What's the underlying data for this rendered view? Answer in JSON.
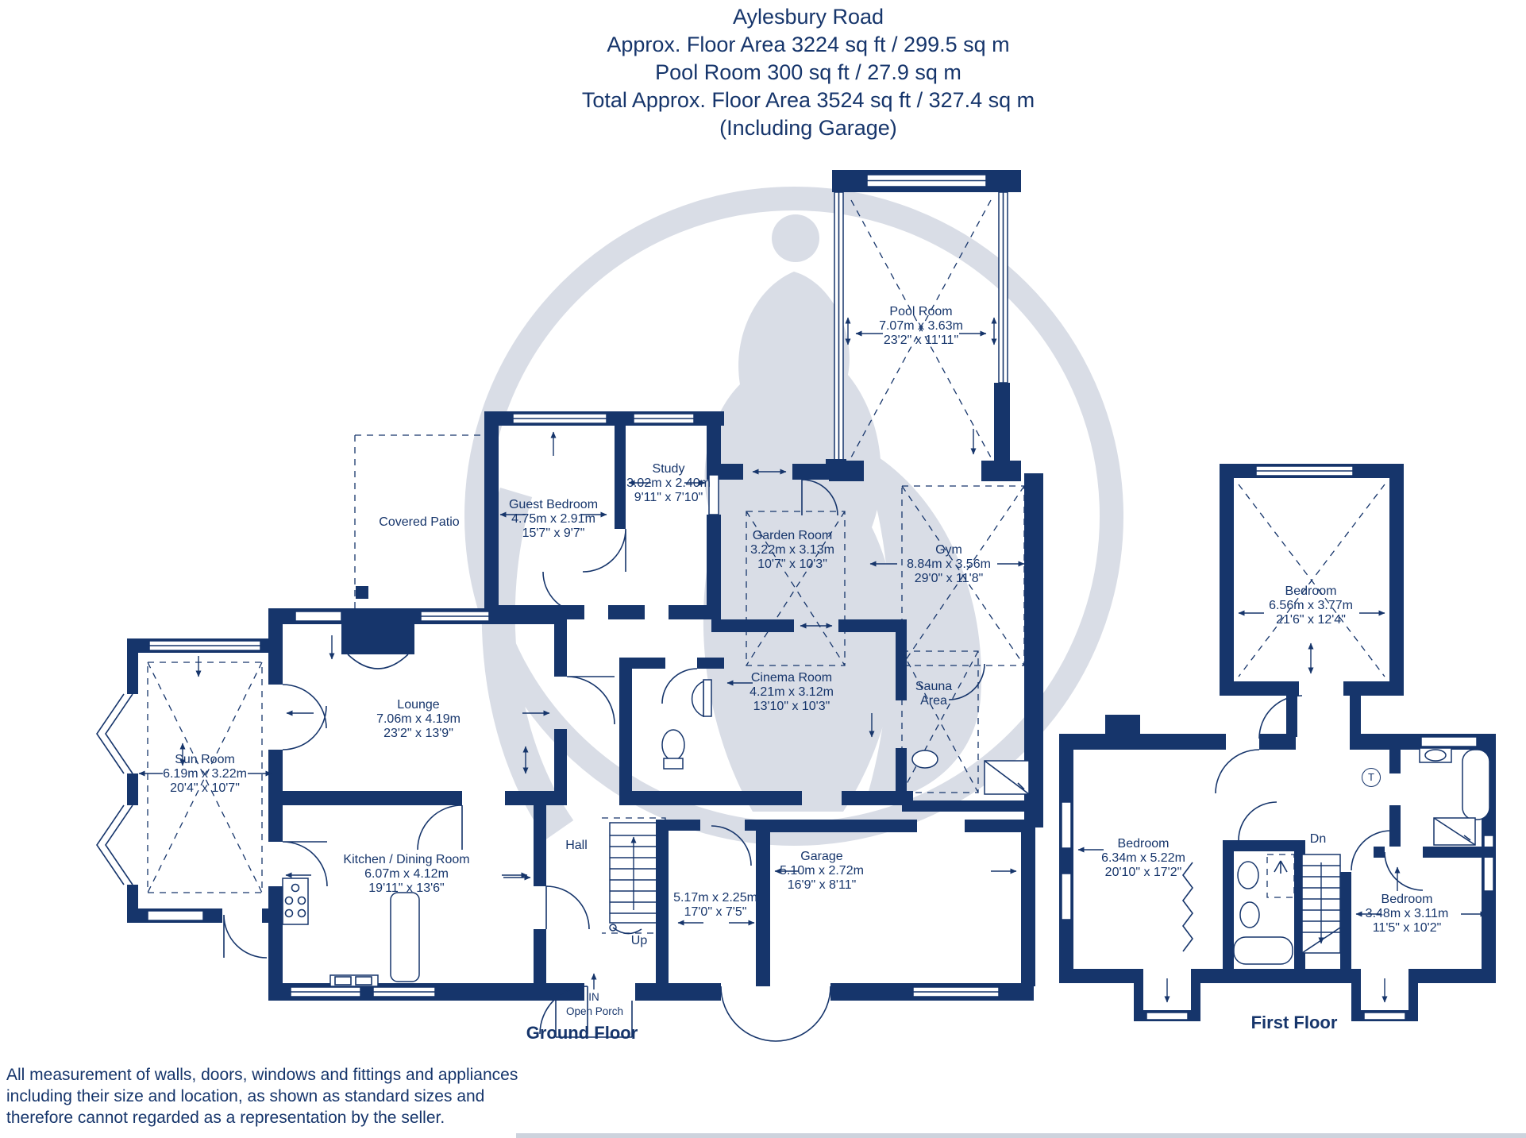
{
  "colors": {
    "navy": "#16356b",
    "watermark": "#d9dde6",
    "background": "#ffffff"
  },
  "header": {
    "line1": "Aylesbury Road",
    "line2": "Approx. Floor Area 3224 sq ft / 299.5 sq m",
    "line3": "Pool Room 300 sq ft / 27.9 sq m",
    "line4": "Total Approx. Floor Area 3524 sq ft / 327.4 sq m",
    "line5": "(Including Garage)"
  },
  "ground_floor": {
    "section_label": "Ground Floor",
    "rooms": [
      {
        "name": "Pool Room",
        "metric": "7.07m x 3.63m",
        "imperial": "23'2\" x 11'11\""
      },
      {
        "name": "Study",
        "metric": "3.02m x 2.40m",
        "imperial": "9'11\" x 7'10\""
      },
      {
        "name": "Guest Bedroom",
        "metric": "4.75m x 2.91m",
        "imperial": "15'7\" x 9'7\""
      },
      {
        "name": "Garden Room",
        "metric": "3.22m x 3.13m",
        "imperial": "10'7\" x 10'3\""
      },
      {
        "name": "Gym",
        "metric": "8.84m x 3.56m",
        "imperial": "29'0\" x 11'8\""
      },
      {
        "name": "Lounge",
        "metric": "7.06m x 4.19m",
        "imperial": "23'2\" x 13'9\""
      },
      {
        "name": "Sun Room",
        "metric": "6.19m x 3.22m",
        "imperial": "20'4\" x 10'7\""
      },
      {
        "name": "Cinema Room",
        "metric": "4.21m x 3.12m",
        "imperial": "13'10\" x 10'3\""
      },
      {
        "name": "Kitchen / Dining Room",
        "metric": "6.07m x 4.12m",
        "imperial": "19'11\" x 13'6\""
      },
      {
        "name": "",
        "metric": "5.17m x 2.25m",
        "imperial": "17'0\" x 7'5\""
      },
      {
        "name": "Garage",
        "metric": "5.10m x 2.72m",
        "imperial": "16'9\" x 8'11\""
      }
    ],
    "labels": {
      "covered_patio": "Covered Patio",
      "sauna_line1": "Sauna",
      "sauna_line2": "Area",
      "hall": "Hall",
      "up": "Up",
      "in": "IN",
      "open_porch": "Open Porch"
    }
  },
  "first_floor": {
    "section_label": "First Floor",
    "rooms": [
      {
        "name": "Bedroom",
        "metric": "6.56m x 3.77m",
        "imperial": "21'6\" x 12'4\""
      },
      {
        "name": "Bedroom",
        "metric": "6.34m x 5.22m",
        "imperial": "20'10\" x 17'2\""
      },
      {
        "name": "Bedroom",
        "metric": "3.48m x 3.11m",
        "imperial": "11'5\" x 10'2\""
      }
    ],
    "labels": {
      "dn": "Dn",
      "thermostat": "T"
    }
  },
  "footer": {
    "line1": "All measurement of walls, doors, windows and fittings and appliances",
    "line2": "including their size and location, as shown as standard sizes and",
    "line3": "therefore cannot regarded as a representation by the seller."
  }
}
